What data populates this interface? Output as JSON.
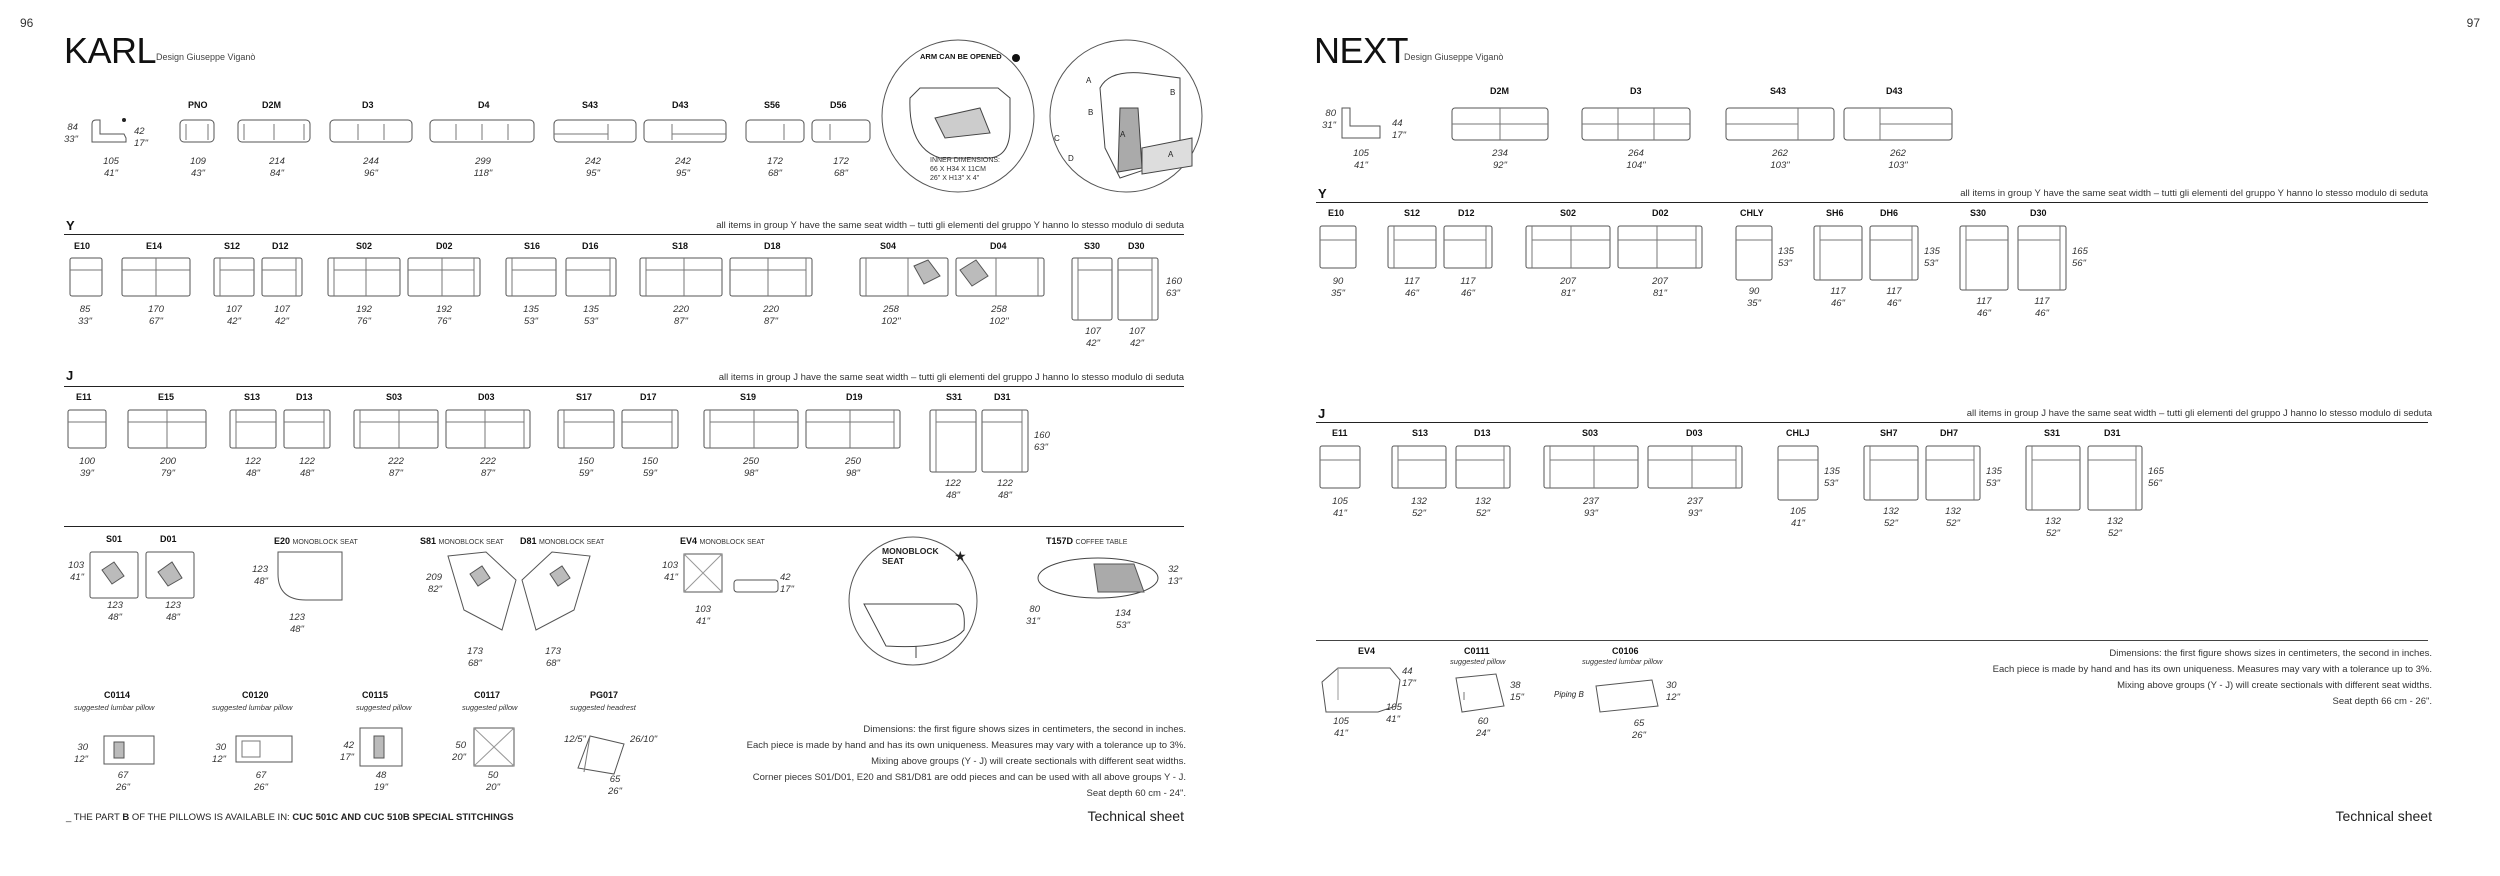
{
  "left": {
    "page_no": "96",
    "title": "KARL",
    "designer": "Design Giuseppe Viganò",
    "top_models": [
      {
        "code": "",
        "dim": "105\n41\""
      },
      {
        "code": "PNO",
        "dim": "109\n43\""
      },
      {
        "code": "D2M",
        "dim": "214\n84\""
      },
      {
        "code": "D3",
        "dim": "244\n96\""
      },
      {
        "code": "D4",
        "dim": "299\n118\""
      },
      {
        "code": "S43",
        "dim": "242\n95\""
      },
      {
        "code": "D43",
        "dim": "242\n95\""
      },
      {
        "code": "S56",
        "dim": "172\n68\""
      },
      {
        "code": "D56",
        "dim": "172\n68\""
      }
    ],
    "arm_heights": {
      "left": "84\n33\"",
      "right": "42\n17\""
    },
    "arm_box": {
      "label": "ARM CAN BE OPENED",
      "inner": "INNER DIMENSIONS:\n66 X H34 X 11CM\n26\" X H13\" X 4\""
    },
    "pillow_labels": {
      "a": "A",
      "b": "B",
      "c": "C",
      "d": "D"
    },
    "group_y": {
      "label": "Y",
      "note": "all items in group Y have the same seat width – tutti gli elementi del gruppo Y hanno lo stesso modulo di seduta",
      "items": [
        {
          "code": "E10",
          "dim": "85\n33\""
        },
        {
          "code": "E14",
          "dim": "170\n67\""
        },
        {
          "code": "S12",
          "dim": "107\n42\""
        },
        {
          "code": "D12",
          "dim": "107\n42\""
        },
        {
          "code": "S02",
          "dim": "192\n76\""
        },
        {
          "code": "D02",
          "dim": "192\n76\""
        },
        {
          "code": "S16",
          "dim": "135\n53\""
        },
        {
          "code": "D16",
          "dim": "135\n53\""
        },
        {
          "code": "S18",
          "dim": "220\n87\""
        },
        {
          "code": "D18",
          "dim": "220\n87\""
        },
        {
          "code": "S04",
          "dim": "258\n102\""
        },
        {
          "code": "D04",
          "dim": "258\n102\""
        },
        {
          "code": "S30",
          "dim": "107\n42\""
        },
        {
          "code": "D30",
          "dim": "107\n42\""
        }
      ],
      "depth": "160\n63\""
    },
    "group_j": {
      "label": "J",
      "note": "all items in group J have the same seat width – tutti gli elementi del gruppo J hanno lo stesso modulo di seduta",
      "items": [
        {
          "code": "E11",
          "dim": "100\n39\""
        },
        {
          "code": "E15",
          "dim": "200\n79\""
        },
        {
          "code": "S13",
          "dim": "122\n48\""
        },
        {
          "code": "D13",
          "dim": "122\n48\""
        },
        {
          "code": "S03",
          "dim": "222\n87\""
        },
        {
          "code": "D03",
          "dim": "222\n87\""
        },
        {
          "code": "S17",
          "dim": "150\n59\""
        },
        {
          "code": "D17",
          "dim": "150\n59\""
        },
        {
          "code": "S19",
          "dim": "250\n98\""
        },
        {
          "code": "D19",
          "dim": "250\n98\""
        },
        {
          "code": "S31",
          "dim": "122\n48\""
        },
        {
          "code": "D31",
          "dim": "122\n48\""
        }
      ],
      "depth": "160\n63\""
    },
    "extras": {
      "s01": "S01",
      "d01": "D01",
      "s01_side": "103\n41\"",
      "s01_dim": "123\n48\"",
      "d01_dim": "123\n48\"",
      "e20": "E20",
      "e20_sub": "MONOBLOCK SEAT",
      "e20_side": "123\n48\"",
      "e20_dim": "123\n48\"",
      "s81": "S81",
      "s81_sub": "MONOBLOCK SEAT",
      "d81": "D81",
      "d81_sub": "MONOBLOCK SEAT",
      "s81_side": "209\n82\"",
      "s81_dim": "173\n68\"",
      "d81_dim": "173\n68\"",
      "ev4": "EV4",
      "ev4_sub": "MONOBLOCK SEAT",
      "ev4_side": "103\n41\"",
      "ev4_dim": "103\n41\"",
      "ev4_h": "42\n17\"",
      "mono_label": "MONOBLOCK\nSEAT",
      "t157": "T157D",
      "t157_sub": "COFFEE TABLE",
      "t157_h": "32\n13\"",
      "t157_side": "80\n31\"",
      "t157_dim": "134\n53\""
    },
    "pillows": [
      {
        "code": "C0114",
        "sub": "suggested lumbar pillow",
        "side": "30\n12\"",
        "dim": "67\n26\""
      },
      {
        "code": "C0120",
        "sub": "suggested lumbar pillow",
        "side": "30\n12\"",
        "dim": "67\n26\""
      },
      {
        "code": "C0115",
        "sub": "suggested pillow",
        "side": "42\n17\"",
        "dim": "48\n19\""
      },
      {
        "code": "C0117",
        "sub": "suggested pillow",
        "side": "50\n20\"",
        "dim": "50\n20\""
      },
      {
        "code": "PG017",
        "sub": "suggested headrest",
        "side": "12/5\"",
        "side2": "26/10\"",
        "dim": "65\n26\""
      }
    ],
    "notes": [
      "Dimensions: the first figure shows sizes in centimeters, the second in inches.",
      "Each piece is made by hand and has its own uniqueness. Measures may vary with a tolerance up to 3%.",
      "Mixing above groups (Y - J) will create sectionals with different seat widths.",
      "Corner pieces S01/D01, E20 and S81/D81 are odd pieces and can be used with all above groups Y - J.",
      "Seat depth 60 cm - 24\"."
    ],
    "footer_prefix": "_ THE PART ",
    "footer_b": "B",
    "footer_mid": " OF THE PILLOWS IS AVAILABLE IN: ",
    "footer_bold": "CUC 501C AND CUC 510B SPECIAL STITCHINGS",
    "tech": "Technical sheet"
  },
  "right": {
    "page_no": "97",
    "title": "NEXT",
    "designer": "Design Giuseppe Viganò",
    "arm": {
      "side": "80\n31\"",
      "h": "44\n17\"",
      "dim": "105\n41\""
    },
    "top_models": [
      {
        "code": "D2M",
        "dim": "234\n92\""
      },
      {
        "code": "D3",
        "dim": "264\n104\""
      },
      {
        "code": "S43",
        "dim": "262\n103\""
      },
      {
        "code": "D43",
        "dim": "262\n103\""
      }
    ],
    "group_y": {
      "label": "Y",
      "note": "all items in group Y have the same seat width – tutti gli elementi del gruppo Y hanno lo stesso modulo di seduta",
      "items": [
        {
          "code": "E10",
          "dim": "90\n35\""
        },
        {
          "code": "S12",
          "dim": "117\n46\""
        },
        {
          "code": "D12",
          "dim": "117\n46\""
        },
        {
          "code": "S02",
          "dim": "207\n81\""
        },
        {
          "code": "D02",
          "dim": "207\n81\""
        },
        {
          "code": "CHLY",
          "dim": "90\n35\""
        },
        {
          "code": "SH6",
          "dim": "117\n46\""
        },
        {
          "code": "DH6",
          "dim": "117\n46\""
        },
        {
          "code": "S30",
          "dim": "117\n46\""
        },
        {
          "code": "D30",
          "dim": "117\n46\""
        }
      ],
      "chly_depth": "135\n53\"",
      "dh6_depth": "135\n53\"",
      "depth": "165\n56\""
    },
    "group_j": {
      "label": "J",
      "note": "all items in group J have the same seat width – tutti gli elementi del gruppo J hanno lo stesso modulo di seduta",
      "items": [
        {
          "code": "E11",
          "dim": "105\n41\""
        },
        {
          "code": "S13",
          "dim": "132\n52\""
        },
        {
          "code": "D13",
          "dim": "132\n52\""
        },
        {
          "code": "S03",
          "dim": "237\n93\""
        },
        {
          "code": "D03",
          "dim": "237\n93\""
        },
        {
          "code": "CHLJ",
          "dim": "105\n41\""
        },
        {
          "code": "SH7",
          "dim": "132\n52\""
        },
        {
          "code": "DH7",
          "dim": "132\n52\""
        },
        {
          "code": "S31",
          "dim": "132\n52\""
        },
        {
          "code": "D31",
          "dim": "132\n52\""
        }
      ],
      "chlj_depth": "135\n53\"",
      "dh7_depth": "135\n53\"",
      "depth": "165\n56\""
    },
    "bottom": [
      {
        "code": "EV4",
        "sub": "",
        "side": "105\n41\"",
        "h": "44\n17\"",
        "dim": "105\n41\""
      },
      {
        "code": "C0111",
        "sub": "suggested pillow",
        "side": "38\n15\"",
        "dim": "60\n24\""
      },
      {
        "code": "C0106",
        "sub": "suggested lumbar pillow",
        "side": "30\n12\"",
        "dim": "65\n26\"",
        "piping": "Piping B"
      }
    ],
    "notes": [
      "Dimensions: the first figure shows sizes in centimeters, the second in inches.",
      "Each piece is made by hand and has its own uniqueness. Measures may vary with a tolerance up to 3%.",
      "Mixing above groups (Y - J) will create sectionals with different seat widths.",
      "Seat depth 66 cm - 26\"."
    ],
    "tech": "Technical sheet"
  }
}
